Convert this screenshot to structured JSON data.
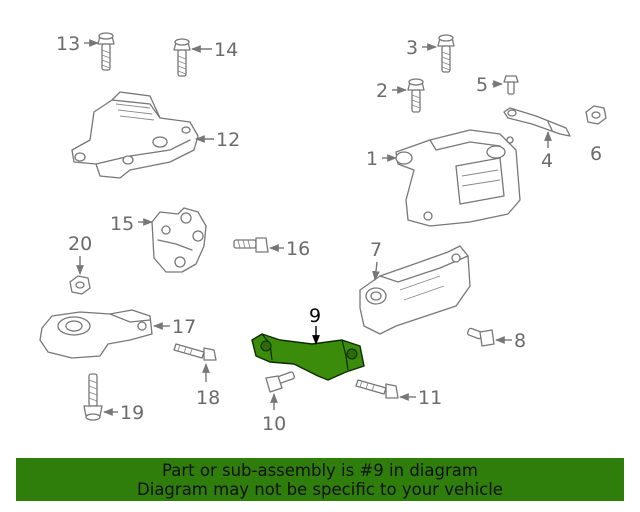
{
  "diagram": {
    "highlighted_callout": "9",
    "highlight_color": "#3a8c0a",
    "banner_color": "#2f7d0b",
    "callouts": {
      "c1": "1",
      "c2": "2",
      "c3": "3",
      "c4": "4",
      "c5": "5",
      "c6": "6",
      "c7": "7",
      "c8": "8",
      "c9": "9",
      "c10": "10",
      "c11": "11",
      "c12": "12",
      "c13": "13",
      "c14": "14",
      "c15": "15",
      "c16": "16",
      "c17": "17",
      "c18": "18",
      "c19": "19",
      "c20": "20"
    }
  },
  "banner": {
    "line1": "Part or sub-assembly is #9 in diagram",
    "line2": "Diagram may not be specific to your vehicle"
  }
}
